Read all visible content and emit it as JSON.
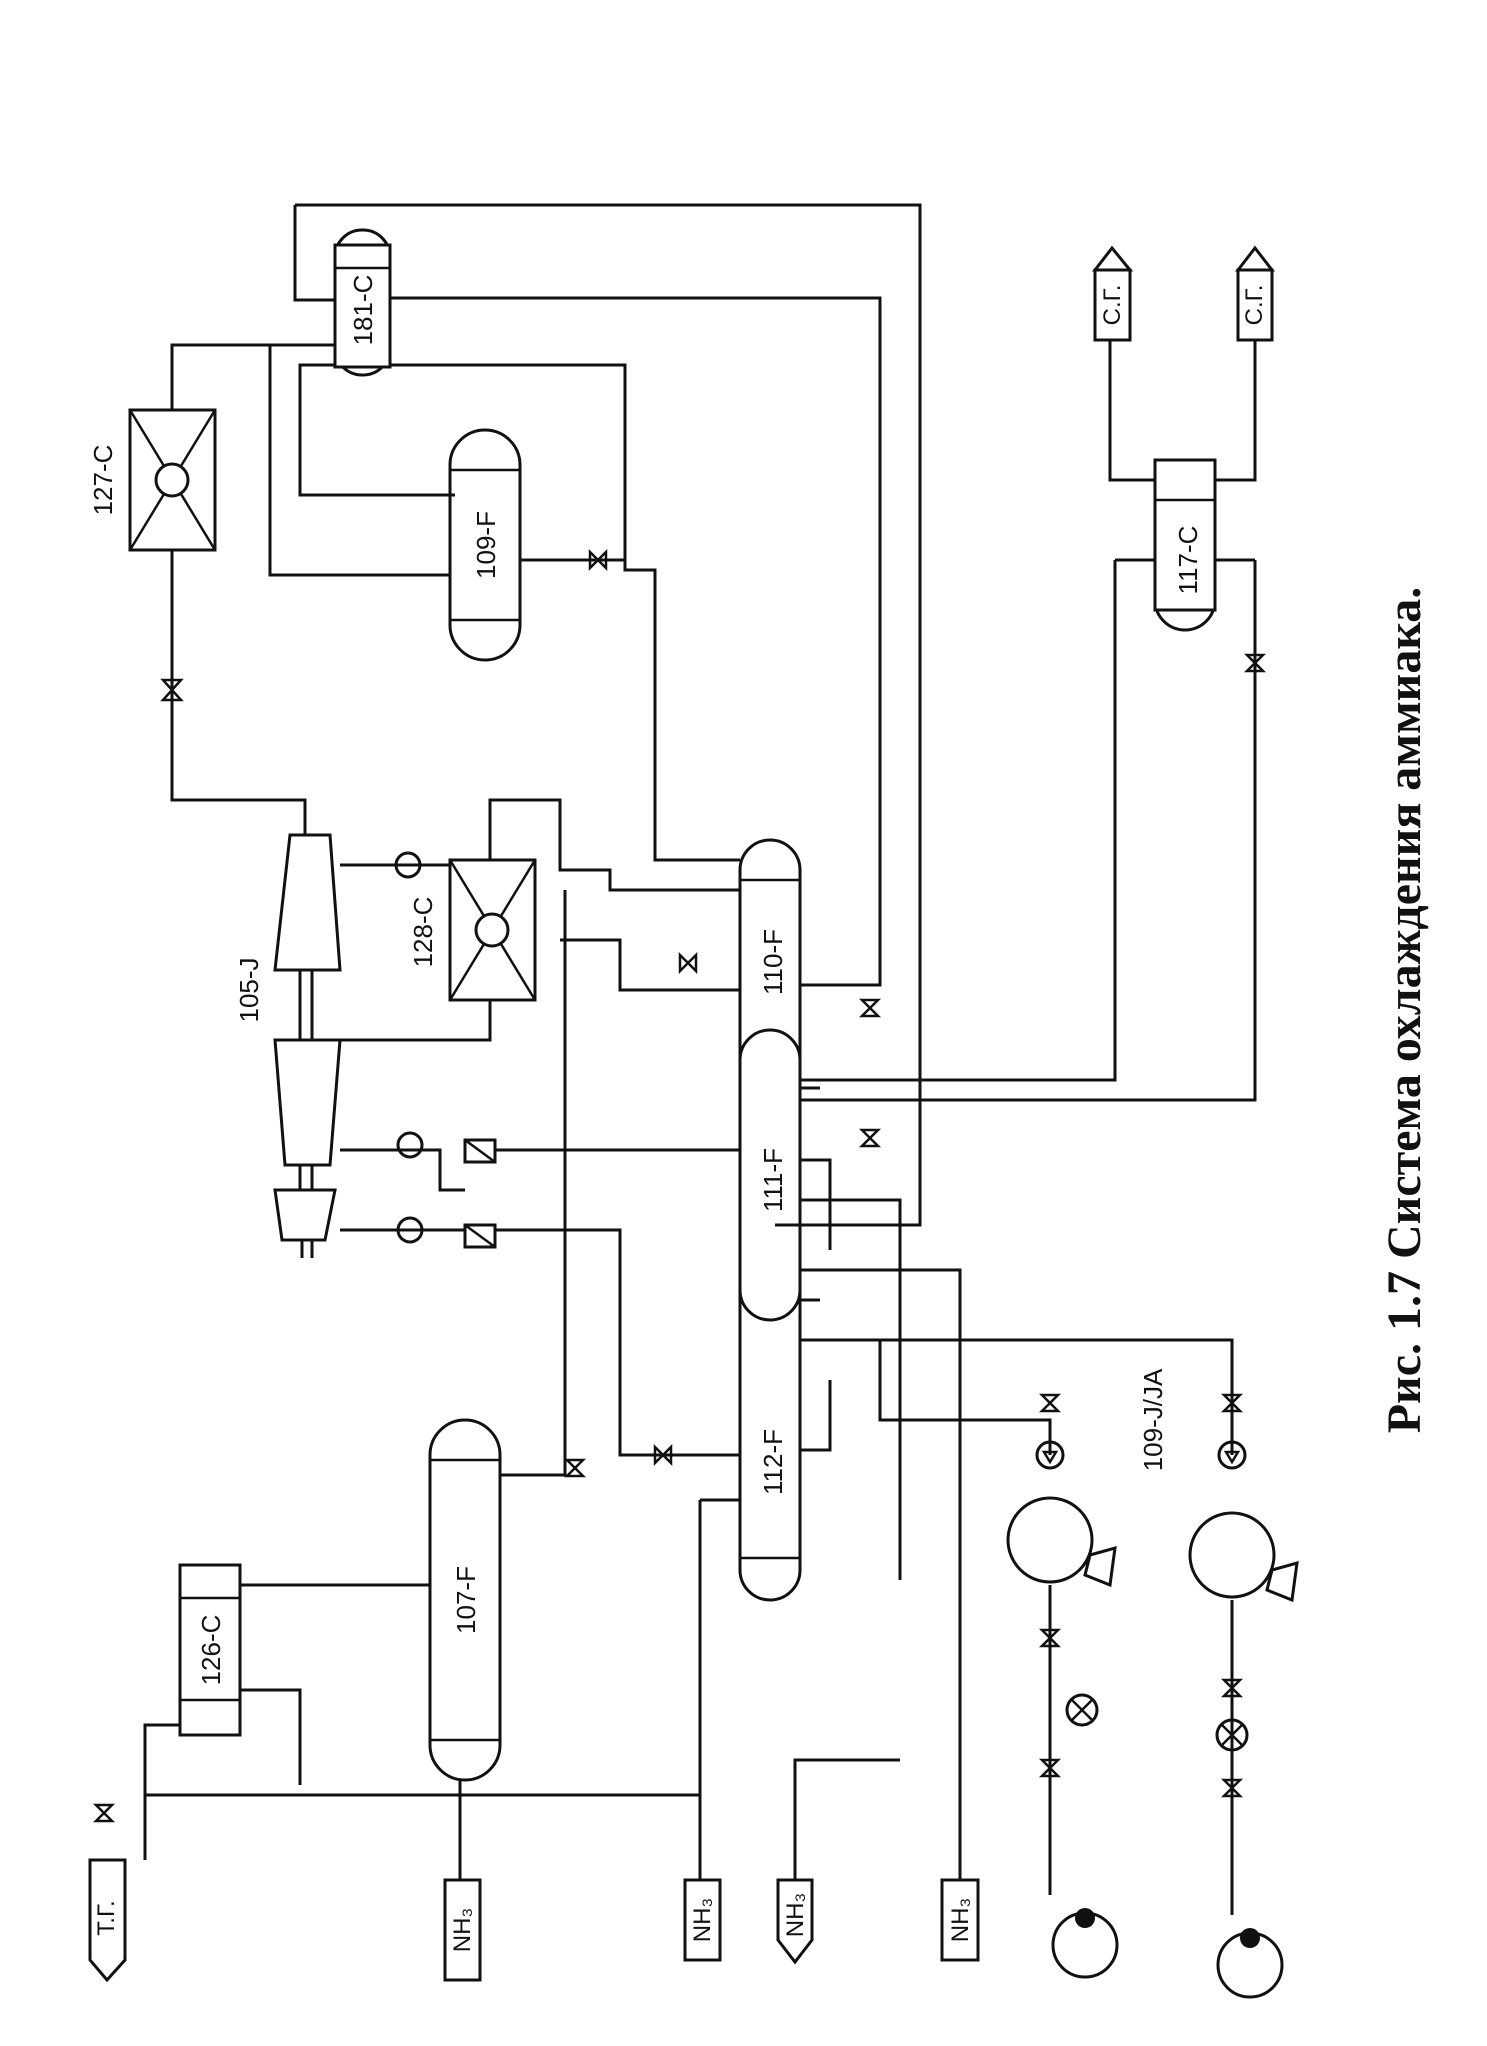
{
  "figure": {
    "caption": "Рис. 1.7 Система охлаждения аммиака."
  },
  "equipment": {
    "e181c": "181-C",
    "e127c": "127-C",
    "e109f": "109-F",
    "e105j": "105-J",
    "e128c": "128-C",
    "e110f": "110-F",
    "e111f": "111-F",
    "e112f": "112-F",
    "e117c": "117-C",
    "e107f": "107-F",
    "e126c": "126-C",
    "pumps": "109-J/JA"
  },
  "streams": {
    "tg": "Т.Г.",
    "nh3_1": "NH₃",
    "nh3_2": "NH₃",
    "nh3_3": "NH₃",
    "nh3_4": "NH₃",
    "sg_in": "С.Г.",
    "sg_out": "С.Г."
  }
}
